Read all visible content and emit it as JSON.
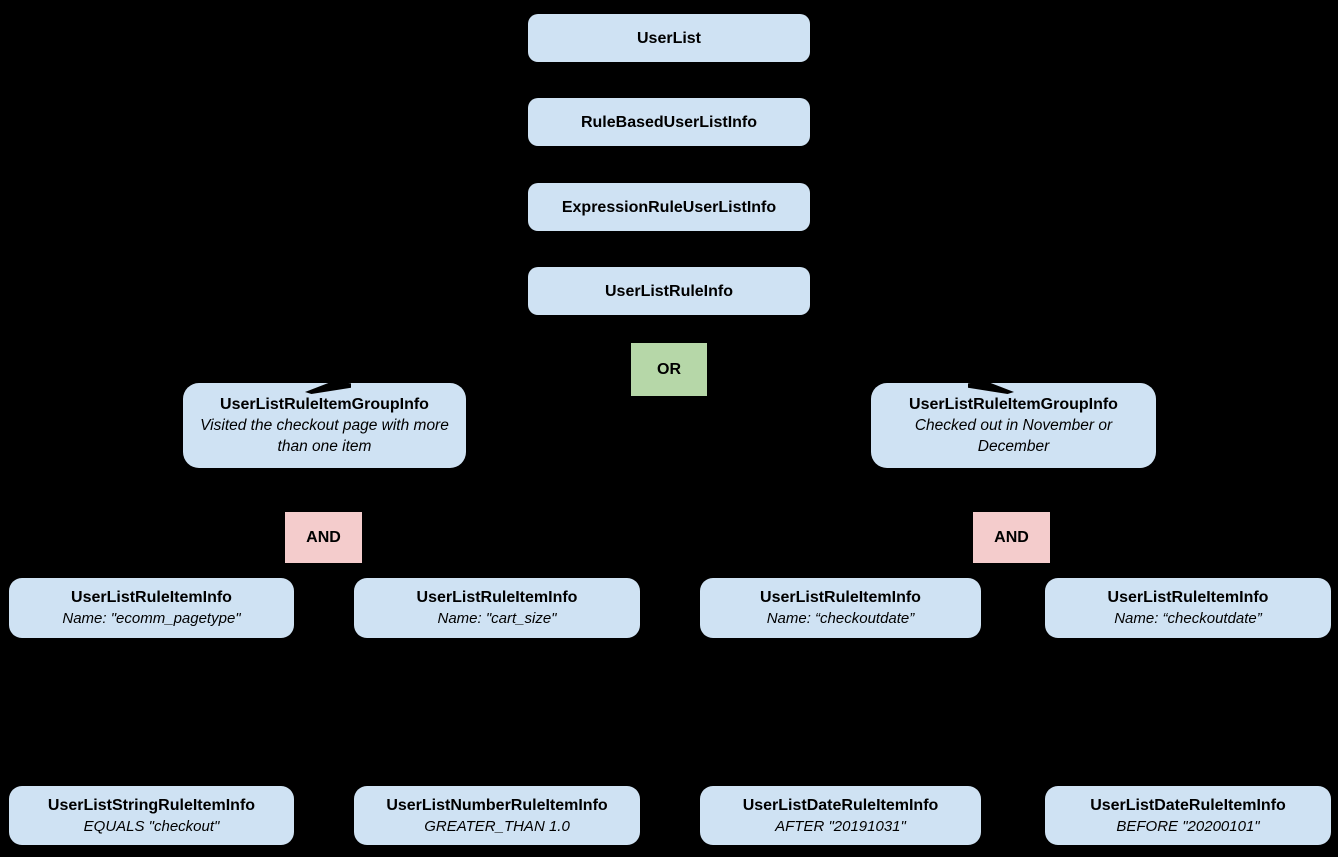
{
  "diagram": {
    "description": "UserList rule object hierarchy tree on black background",
    "colors": {
      "background": "#000000",
      "node_fill": "#cfe2f3",
      "or_fill": "#b6d7a8",
      "and_fill": "#f4cccc",
      "text": "#000000"
    },
    "chain": [
      {
        "label": "UserList"
      },
      {
        "label": "RuleBasedUserListInfo"
      },
      {
        "label": "ExpressionRuleUserListInfo"
      },
      {
        "label": "UserListRuleInfo"
      }
    ],
    "or_operator": {
      "label": "OR"
    },
    "groups": [
      {
        "title": "UserListRuleItemGroupInfo",
        "description": "Visited the checkout page with more than one item",
        "operator": "AND"
      },
      {
        "title": "UserListRuleItemGroupInfo",
        "description": "Checked out in November or December",
        "operator": "AND"
      }
    ],
    "rule_items": [
      {
        "title": "UserListRuleItemInfo",
        "subtitle": "Name: \"ecomm_pagetype\""
      },
      {
        "title": "UserListRuleItemInfo",
        "subtitle": "Name: \"cart_size\""
      },
      {
        "title": "UserListRuleItemInfo",
        "subtitle": "Name: “checkoutdate”"
      },
      {
        "title": "UserListRuleItemInfo",
        "subtitle": "Name: “checkoutdate”"
      }
    ],
    "typed_items": [
      {
        "title": "UserListStringRuleItemInfo",
        "subtitle": "EQUALS \"checkout\""
      },
      {
        "title": "UserListNumberRuleItemInfo",
        "subtitle": "GREATER_THAN 1.0"
      },
      {
        "title": "UserListDateRuleItemInfo",
        "subtitle": "AFTER \"20191031\""
      },
      {
        "title": "UserListDateRuleItemInfo",
        "subtitle": "BEFORE \"20200101\""
      }
    ]
  }
}
